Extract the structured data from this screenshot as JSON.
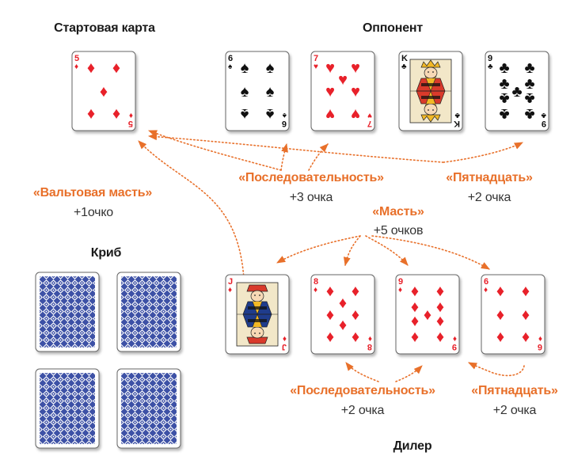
{
  "colors": {
    "accent": "#e8702a",
    "red": "#e8212a",
    "black": "#111111",
    "back": "#3d51a6",
    "text": "#333333"
  },
  "headings": {
    "starter": "Стартовая карта",
    "opponent": "Оппонент",
    "crib": "Криб",
    "dealer": "Дилер"
  },
  "annotations": {
    "nobs_rule": "«Вальтовая масть»",
    "nobs_points": "+1очко",
    "opp_run_rule": "«Последовательность»",
    "opp_run_points": "+3 очка",
    "opp_fifteen_rule": "«Пятнадцать»",
    "opp_fifteen_points": "+2 очка",
    "flush_rule": "«Масть»",
    "flush_points": "+5 очков",
    "dealer_run_rule": "«Последовательность»",
    "dealer_run_points": "+2 очка",
    "dealer_fifteen_rule": "«Пятнадцать»",
    "dealer_fifteen_points": "+2 очка"
  },
  "cards": {
    "starter": {
      "rank": "5",
      "suit": "diamond"
    },
    "opponent": [
      {
        "rank": "6",
        "suit": "spade"
      },
      {
        "rank": "7",
        "suit": "heart"
      },
      {
        "rank": "K",
        "suit": "club",
        "face": "king"
      },
      {
        "rank": "9",
        "suit": "club"
      }
    ],
    "dealer": [
      {
        "rank": "J",
        "suit": "diamond",
        "face": "jack"
      },
      {
        "rank": "8",
        "suit": "diamond"
      },
      {
        "rank": "9",
        "suit": "diamond"
      },
      {
        "rank": "6",
        "suit": "diamond"
      }
    ],
    "crib_count": 4
  }
}
